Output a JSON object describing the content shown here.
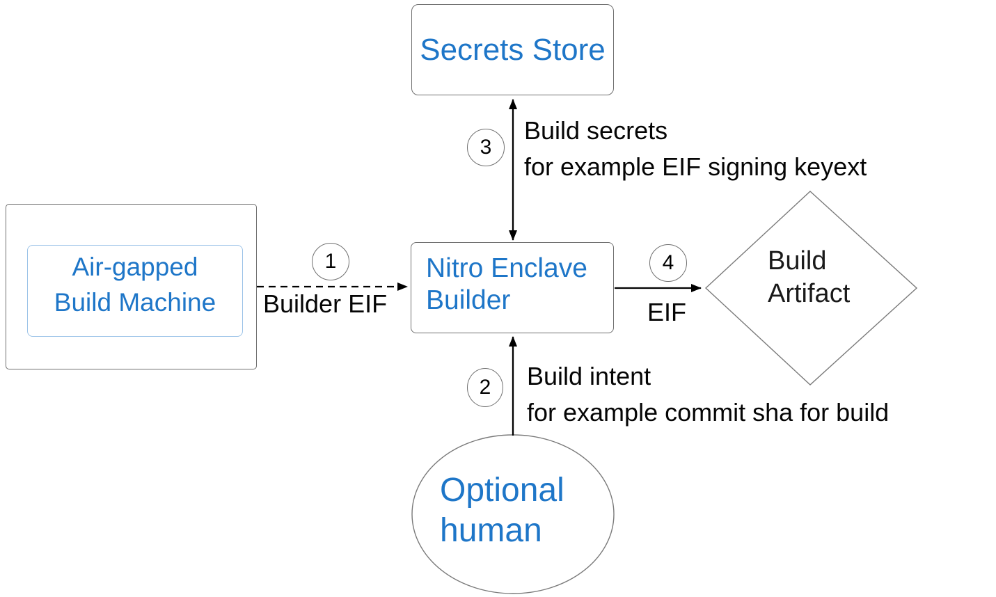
{
  "colors": {
    "node_text_blue": "#1e76c8",
    "inner_border_light_blue": "#9cc3e8",
    "shape_border_gray": "#6f6f6f",
    "arrow_black": "#000000",
    "background": "#ffffff"
  },
  "nodes": {
    "secrets_store": {
      "label": "Secrets Store",
      "shape": "rounded-rectangle"
    },
    "air_gapped_build_machine": {
      "label": "Air-gapped\nBuild Machine",
      "shape": "nested-rectangles"
    },
    "nitro_enclave_builder": {
      "label": "Nitro Enclave\nBuilder",
      "shape": "rounded-rectangle"
    },
    "build_artifact": {
      "label": "Build\nArtifact",
      "shape": "diamond"
    },
    "optional_human": {
      "label": "Optional\nhuman",
      "shape": "ellipse"
    }
  },
  "edges": {
    "step1": {
      "number": "1",
      "label": "Builder EIF",
      "style": "dashed",
      "from": "air_gapped_build_machine",
      "to": "nitro_enclave_builder",
      "arrowheads": "end"
    },
    "step2": {
      "number": "2",
      "label": "Build intent\nfor example commit sha for build",
      "style": "solid",
      "from": "optional_human",
      "to": "nitro_enclave_builder",
      "arrowheads": "end"
    },
    "step3": {
      "number": "3",
      "label": "Build secrets\nfor example EIF signing keyext",
      "style": "solid",
      "from": "nitro_enclave_builder",
      "to": "secrets_store",
      "arrowheads": "both"
    },
    "step4": {
      "number": "4",
      "label": "EIF",
      "style": "solid",
      "from": "nitro_enclave_builder",
      "to": "build_artifact",
      "arrowheads": "end"
    }
  }
}
